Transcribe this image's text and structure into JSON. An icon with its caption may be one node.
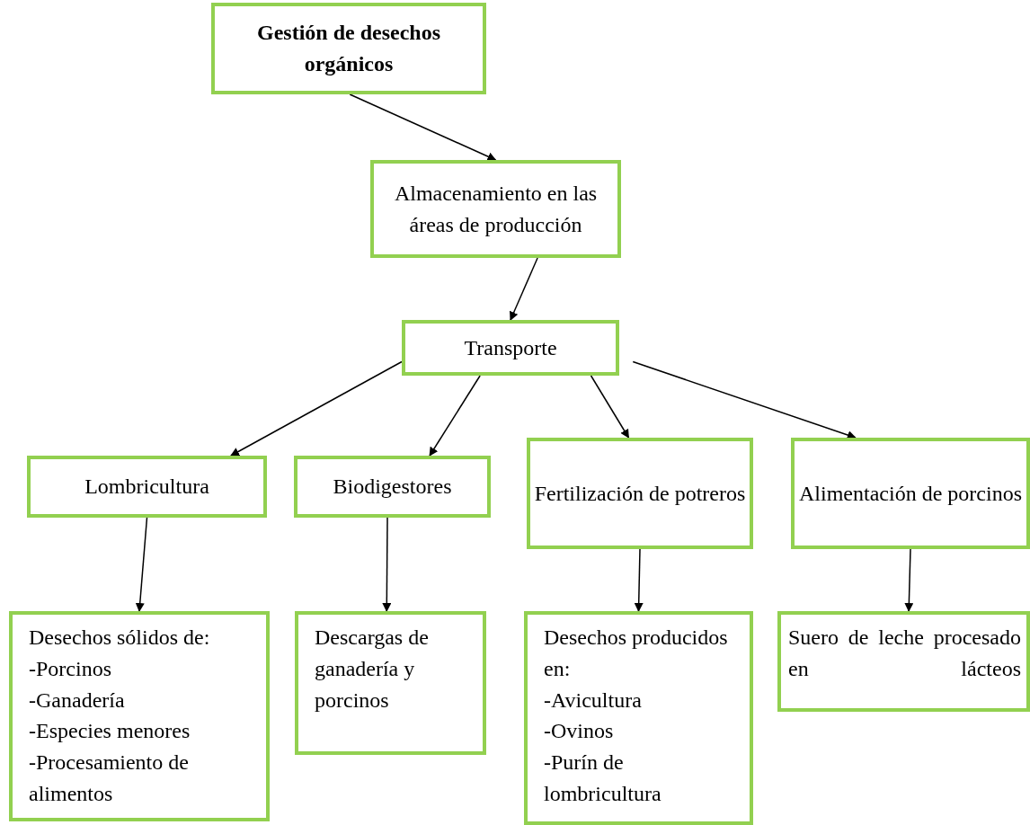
{
  "diagram": {
    "nodes": [
      {
        "text": [
          "Gestión de desechos orgánicos"
        ]
      },
      {
        "text": [
          "Almacenamiento en las áreas de producción"
        ]
      },
      {
        "text": [
          "Transporte"
        ]
      },
      {
        "text": [
          "Lombricultura"
        ]
      },
      {
        "text": [
          "Biodigestores"
        ]
      },
      {
        "text": [
          "Fertilización de potreros"
        ]
      },
      {
        "text": [
          "Alimentación de porcinos"
        ]
      },
      {
        "text": [
          "Desechos sólidos de:",
          "-Porcinos",
          "-Ganadería",
          "-Especies menores",
          "-Procesamiento de alimentos"
        ]
      },
      {
        "text": [
          "Descargas de ganadería y porcinos"
        ]
      },
      {
        "text": [
          "Desechos producidos en:",
          "-Avicultura",
          "-Ovinos",
          "-Purín de lombricultura"
        ]
      },
      {
        "text": [
          "Suero de leche procesado en lácteos"
        ]
      }
    ],
    "edges": [
      {
        "from": 0,
        "to": 1,
        "arrow": "to"
      },
      {
        "from": 1,
        "to": 2,
        "arrow": "to"
      },
      {
        "from": 2,
        "to": 3,
        "arrow": "to"
      },
      {
        "from": 2,
        "to": 4,
        "arrow": "to"
      },
      {
        "from": 2,
        "to": 5,
        "arrow": "to"
      },
      {
        "from": 2,
        "to": 6,
        "arrow": "to"
      },
      {
        "from": 3,
        "to": 7,
        "arrow": "to"
      },
      {
        "from": 4,
        "to": 8,
        "arrow": "to"
      },
      {
        "from": 5,
        "to": 9,
        "arrow": "to"
      },
      {
        "from": 6,
        "to": 10,
        "arrow": "to"
      }
    ]
  }
}
